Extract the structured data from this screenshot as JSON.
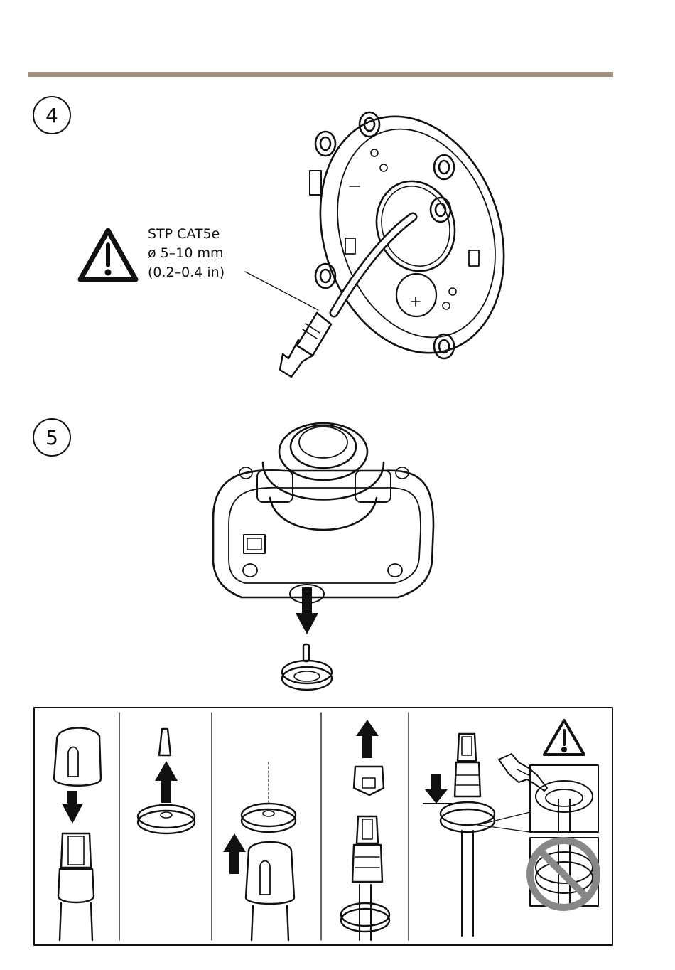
{
  "steps": [
    {
      "number": "4"
    },
    {
      "number": "5"
    }
  ],
  "cable_spec": {
    "line1": "STP CAT5e",
    "line2": "ø 5–10 mm",
    "line3": "(0.2–0.4 in)"
  },
  "icons": [
    "warning-icon",
    "down-arrow-icon",
    "up-arrow-icon",
    "prohibited-icon",
    "pointing-hand-icon"
  ],
  "colors": {
    "rule": "#9e8f80",
    "prohibit": "#888888",
    "ink": "#111111"
  }
}
